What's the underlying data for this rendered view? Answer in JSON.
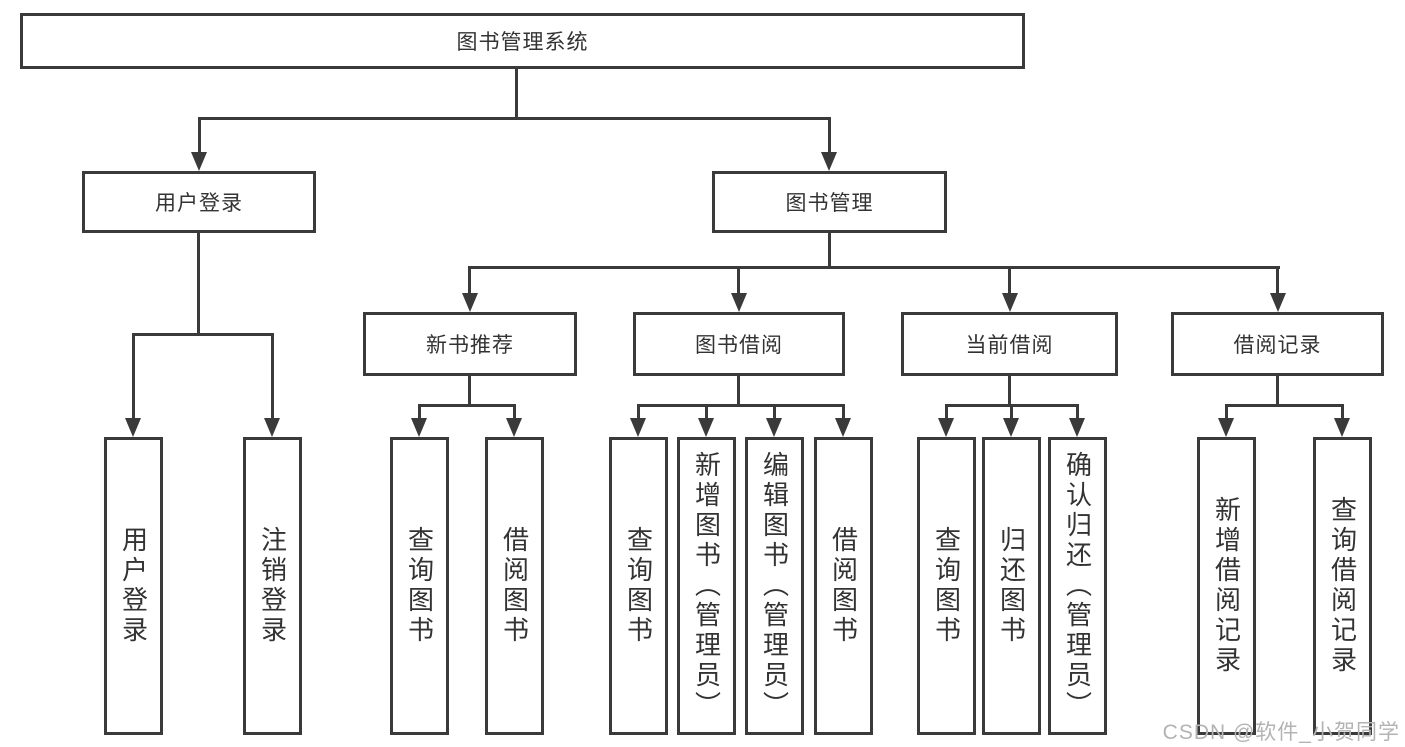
{
  "diagram": {
    "type": "tree",
    "title": "图书管理系统",
    "nodes": {
      "root": "图书管理系统",
      "user_login": "用户登录",
      "book_mgmt": "图书管理",
      "new_book_rec": "新书推荐",
      "book_borrow": "图书借阅",
      "current_borrow": "当前借阅",
      "borrow_records": "借阅记录",
      "user_login_leaf": "用户登录",
      "logout_leaf": "注销登录",
      "rec_query_books": "查询图书",
      "rec_borrow_books": "借阅图书",
      "bb_query_books": "查询图书",
      "bb_add_books": "新增图书（管理员）",
      "bb_edit_books": "编辑图书（管理员）",
      "bb_borrow_books": "借阅图书",
      "cb_query_books": "查询图书",
      "cb_return_books": "归还图书",
      "cb_confirm_return": "确认归还（管理员）",
      "br_add_record": "新增借阅记录",
      "br_query_record": "查询借阅记录"
    },
    "hierarchy": {
      "图书管理系统": {
        "用户登录": [
          "用户登录",
          "注销登录"
        ],
        "图书管理": {
          "新书推荐": [
            "查询图书",
            "借阅图书"
          ],
          "图书借阅": [
            "查询图书",
            "新增图书（管理员）",
            "编辑图书（管理员）",
            "借阅图书"
          ],
          "当前借阅": [
            "查询图书",
            "归还图书",
            "确认归还（管理员）"
          ],
          "借阅记录": [
            "新增借阅记录",
            "查询借阅记录"
          ]
        }
      }
    },
    "colors": {
      "line": "#3a3a3a",
      "text": "#333333",
      "box_background": "#ffffff",
      "page_background": "#ffffff",
      "watermark": "#b3b3b3"
    }
  },
  "watermark": "CSDN @软件_小贺同学"
}
